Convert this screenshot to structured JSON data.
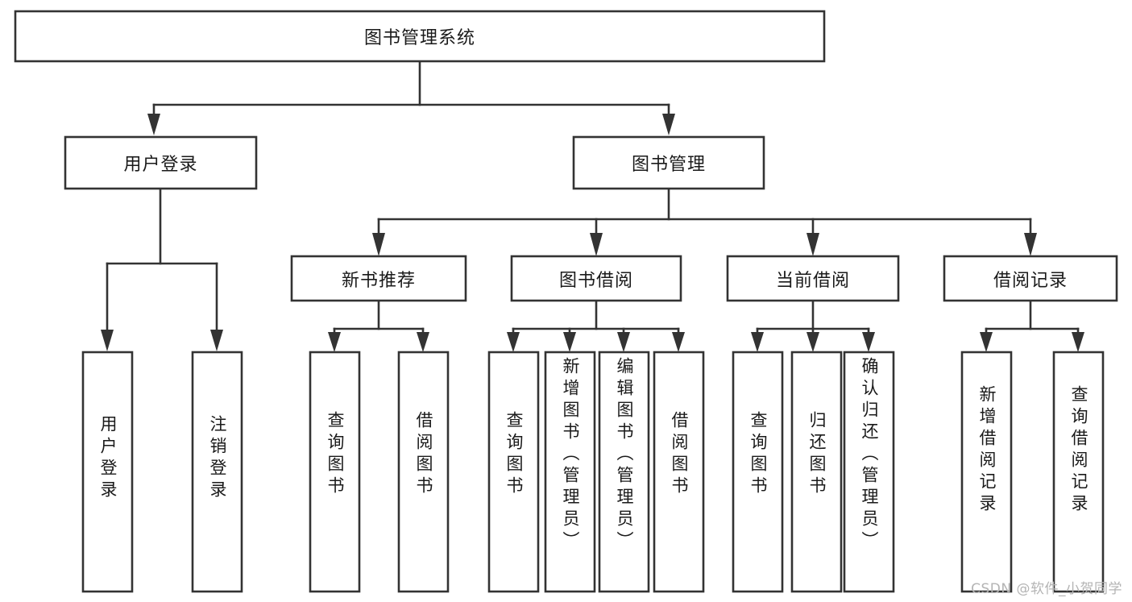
{
  "diagram": {
    "title_node": {
      "label": "图书管理系统"
    },
    "level2": [
      {
        "id": "user-login",
        "label": "用户登录"
      },
      {
        "id": "book-management",
        "label": "图书管理"
      }
    ],
    "level3": [
      {
        "id": "new-book-recommend",
        "label": "新书推荐"
      },
      {
        "id": "book-borrow",
        "label": "图书借阅"
      },
      {
        "id": "current-borrow",
        "label": "当前借阅"
      },
      {
        "id": "borrow-record",
        "label": "借阅记录"
      }
    ],
    "leaves": {
      "user_login": [
        {
          "id": "leaf-user-login",
          "label": "用户登录"
        },
        {
          "id": "leaf-user-logout",
          "label": "注销登录"
        }
      ],
      "new_book_recommend": [
        {
          "id": "leaf-query-book-1",
          "label": "查询图书"
        },
        {
          "id": "leaf-borrow-book-1",
          "label": "借阅图书"
        }
      ],
      "book_borrow": [
        {
          "id": "leaf-query-book-2",
          "label": "查询图书"
        },
        {
          "id": "leaf-add-book",
          "label": "新增图书（管理员）"
        },
        {
          "id": "leaf-edit-book",
          "label": "编辑图书（管理员）"
        },
        {
          "id": "leaf-borrow-book-2",
          "label": "借阅图书"
        }
      ],
      "current_borrow": [
        {
          "id": "leaf-query-book-3",
          "label": "查询图书"
        },
        {
          "id": "leaf-return-book",
          "label": "归还图书"
        },
        {
          "id": "leaf-confirm-return",
          "label": "确认归还（管理员）"
        }
      ],
      "borrow_record": [
        {
          "id": "leaf-add-record",
          "label": "新增借阅记录"
        },
        {
          "id": "leaf-query-record",
          "label": "查询借阅记录"
        }
      ]
    }
  },
  "watermark": {
    "text": "CSDN @软件_小贺同学"
  },
  "colors": {
    "stroke": "#333333",
    "fill": "#ffffff",
    "text": "#1a1a1a",
    "watermark": "#b4b4b4"
  }
}
